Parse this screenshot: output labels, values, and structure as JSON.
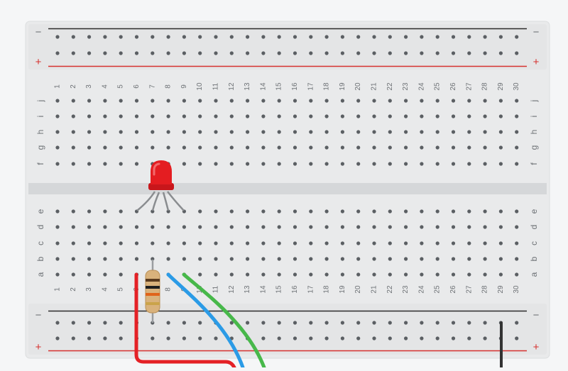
{
  "rail_labels": {
    "minus": "−",
    "plus": "+"
  },
  "row_labels_top": [
    "j",
    "i",
    "h",
    "g",
    "f"
  ],
  "row_labels_bottom": [
    "e",
    "d",
    "c",
    "b",
    "a"
  ],
  "column_numbers": [
    "1",
    "2",
    "3",
    "4",
    "5",
    "6",
    "7",
    "8",
    "9",
    "10",
    "11",
    "12",
    "13",
    "14",
    "15",
    "16",
    "17",
    "18",
    "19",
    "20",
    "21",
    "22",
    "23",
    "24",
    "25",
    "26",
    "27",
    "28",
    "29",
    "30"
  ],
  "components": {
    "led": {
      "color": "#e41d21",
      "highlight": "#f36b6b"
    },
    "resistor": {
      "bands": [
        "#5a3b1e",
        "#1e1e1e",
        "#e0631a",
        "#caa34a"
      ]
    }
  },
  "wires": {
    "red": "#e42126",
    "blue": "#2b9be6",
    "green": "#47b84a",
    "black": "#333333"
  },
  "colors": {
    "board": "#e9eaeb",
    "hole": "#5b5f63",
    "rail_red": "#d6312f",
    "rail_black": "#2b2b2b",
    "label": "#6d7175",
    "divider": "#d5d7d9"
  }
}
